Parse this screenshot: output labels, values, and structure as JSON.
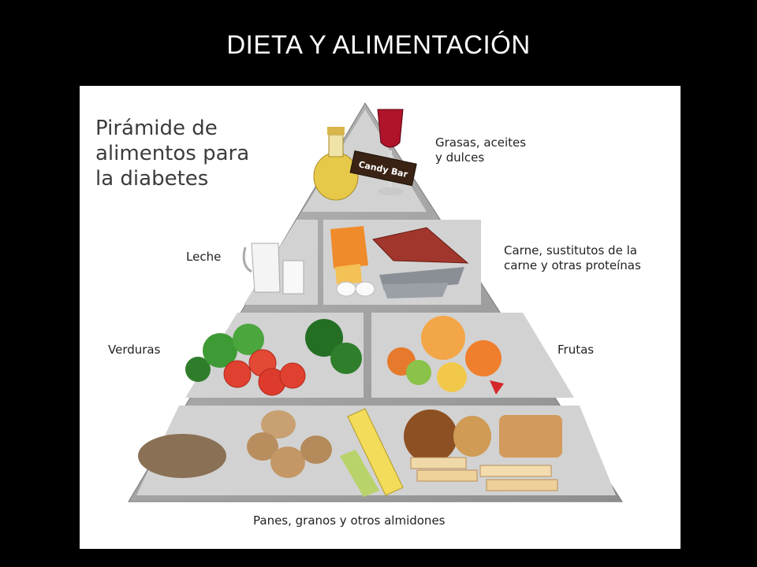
{
  "slide": {
    "title": "DIETA Y ALIMENTACIÓN"
  },
  "pyramid": {
    "title_lines": [
      "Pirámide de",
      "alimentos para",
      "la diabetes"
    ],
    "candy_text": "Candy Bar",
    "labels": {
      "fats": [
        "Grasas, aceites",
        "y dulces"
      ],
      "milk": "Leche",
      "meat": [
        "Carne, sustitutos de la",
        "carne y otras proteínas"
      ],
      "vegetables": "Verduras",
      "fruits": "Frutas",
      "grains": "Panes, granos y otros almidones"
    }
  },
  "colors": {
    "background": "#000000",
    "panel": "#ffffff",
    "pyramid_gray": "#9a9a9a",
    "pyramid_light": "#c4c4c4"
  }
}
